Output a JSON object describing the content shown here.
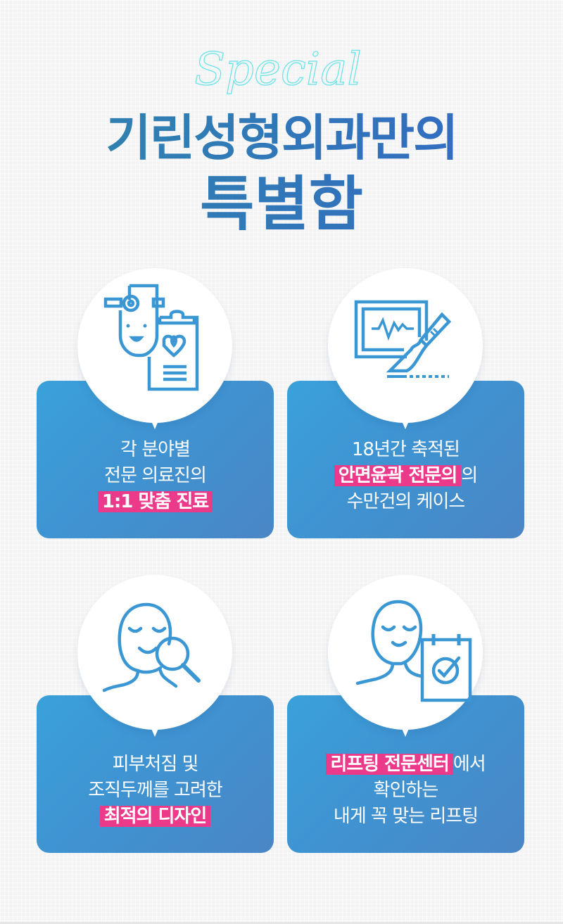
{
  "header": {
    "script_word": "Special",
    "title_line1": "기린성형외과만의",
    "title_line2": "특별함"
  },
  "colors": {
    "title_gradient_start": "#2e87ab",
    "title_gradient_end": "#3467c6",
    "script_color": "#6fe3e8",
    "card_gradient_start": "#3aa1da",
    "card_gradient_end": "#4a86c6",
    "highlight": "#ec3a8a",
    "icon_stroke": "#3a97d4",
    "background": "#f4f4f4"
  },
  "features": [
    {
      "icon": "doctor-clipboard-icon",
      "lines": [
        {
          "pre": "각 분야별",
          "hl": "",
          "post": ""
        },
        {
          "pre": "전문 의료진의",
          "hl": "",
          "post": ""
        },
        {
          "pre": "",
          "hl": "1:1 맞춤 진료",
          "post": ""
        }
      ]
    },
    {
      "icon": "monitor-scalpel-icon",
      "lines": [
        {
          "pre": "18년간 축적된",
          "hl": "",
          "post": ""
        },
        {
          "pre": "",
          "hl": "안면윤곽 전문의",
          "post": "의"
        },
        {
          "pre": "수만건의 케이스",
          "hl": "",
          "post": ""
        }
      ]
    },
    {
      "icon": "face-magnifier-icon",
      "lines": [
        {
          "pre": "피부처짐 및",
          "hl": "",
          "post": ""
        },
        {
          "pre": "조직두께를 고려한",
          "hl": "",
          "post": ""
        },
        {
          "pre": "",
          "hl": "최적의 디자인",
          "post": ""
        }
      ]
    },
    {
      "icon": "face-checklist-icon",
      "lines": [
        {
          "pre": "",
          "hl": "리프팅 전문센터",
          "post": "에서"
        },
        {
          "pre": "확인하는",
          "hl": "",
          "post": ""
        },
        {
          "pre": "내게 꼭 맞는 리프팅",
          "hl": "",
          "post": ""
        }
      ]
    }
  ]
}
